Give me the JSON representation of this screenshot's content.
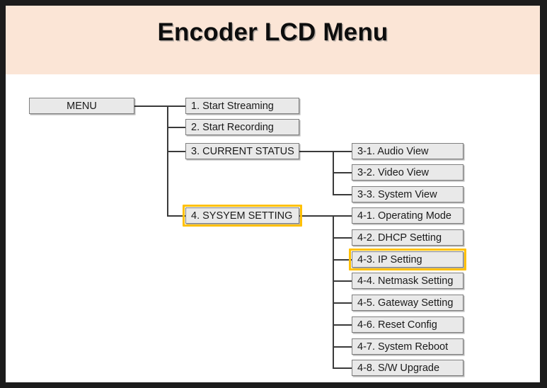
{
  "window": {
    "frame_color": "#1c1c1c",
    "canvas_color": "#ffffff"
  },
  "header": {
    "title": "Encoder LCD Menu",
    "band_color": "#fbe5d6",
    "title_color": "#0d0d0d"
  },
  "theme": {
    "node_fill": "#e9e9e9",
    "node_border": "#7f7f7f",
    "line_color": "#3a3a3a",
    "highlight_color": "#ffc000"
  },
  "diagram": {
    "type": "tree",
    "root": {
      "id": "menu",
      "label": "MENU",
      "highlighted": false
    },
    "level1": [
      {
        "id": "item-1",
        "label": "1. Start Streaming",
        "highlighted": false,
        "has_children": false
      },
      {
        "id": "item-2",
        "label": "2. Start Recording",
        "highlighted": false,
        "has_children": false
      },
      {
        "id": "item-3",
        "label": "3. CURRENT STATUS",
        "highlighted": false,
        "has_children": true
      },
      {
        "id": "item-4",
        "label": "4. SYSYEM SETTING",
        "highlighted": true,
        "has_children": true
      }
    ],
    "level2_group_3": [
      {
        "id": "item-3-1",
        "label": "3-1. Audio View",
        "highlighted": false
      },
      {
        "id": "item-3-2",
        "label": "3-2. Video View",
        "highlighted": false
      },
      {
        "id": "item-3-3",
        "label": "3-3. System View",
        "highlighted": false
      }
    ],
    "level2_group_4": [
      {
        "id": "item-4-1",
        "label": "4-1. Operating Mode",
        "highlighted": false
      },
      {
        "id": "item-4-2",
        "label": "4-2. DHCP Setting",
        "highlighted": false
      },
      {
        "id": "item-4-3",
        "label": "4-3. IP Setting",
        "highlighted": true
      },
      {
        "id": "item-4-4",
        "label": "4-4. Netmask Setting",
        "highlighted": false
      },
      {
        "id": "item-4-5",
        "label": "4-5. Gateway Setting",
        "highlighted": false
      },
      {
        "id": "item-4-6",
        "label": "4-6. Reset Config",
        "highlighted": false
      },
      {
        "id": "item-4-7",
        "label": "4-7. System Reboot",
        "highlighted": false
      },
      {
        "id": "item-4-8",
        "label": "4-8. S/W Upgrade",
        "highlighted": false
      }
    ]
  }
}
